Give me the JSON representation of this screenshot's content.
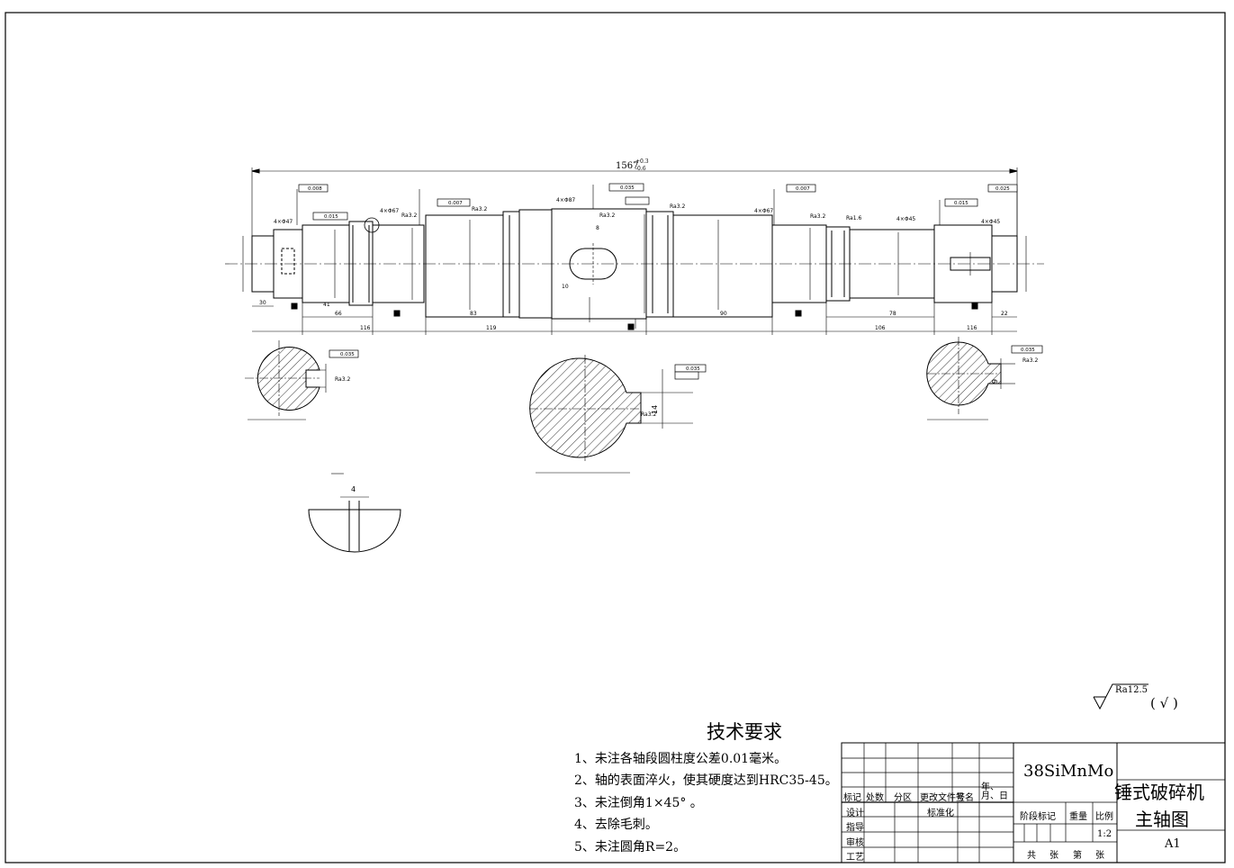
{
  "dimensions": {
    "overall": "1567",
    "overall_tol_upper": "+0.3",
    "overall_tol_lower": "-0.6",
    "seg_1": "66",
    "seg_2": "41",
    "seg_3": "116",
    "seg_4": "119",
    "seg_5": "83",
    "seg_6": "90",
    "seg_7": "78",
    "seg_8": "106",
    "seg_9": "116",
    "seg_10": "22",
    "seg_11": "10",
    "seg_12": "8",
    "seg_13": "30",
    "keyway_4": "4",
    "keyway_14": "14",
    "keyway_9": "9",
    "chamfer_1": "4×Φ47",
    "chamfer_2": "4×Φ67",
    "chamfer_3": "4×Φ87",
    "chamfer_4": "4×Φ67",
    "chamfer_5": "4×Φ45",
    "chamfer_6": "4×Φ45"
  },
  "tolerances": {
    "t1": "0.008",
    "t2": "0.015",
    "t3": "0.007",
    "t4": "0.035",
    "t5": "0.007",
    "t6": "0.015",
    "t7": "0.025",
    "t8": "0.035",
    "t9": "0.035",
    "t10": "0.035"
  },
  "surface_marks": {
    "ra32": "Ra3.2",
    "ra16": "Ra1.6",
    "ra125": "Ra12.5",
    "check": "( √ )"
  },
  "tech_requirements": {
    "title": "技术要求",
    "items": [
      "1、未注各轴段圆柱度公差0.01毫米。",
      "2、轴的表面淬火，使其硬度达到HRC35-45。",
      "3、未注倒角1×45°  。",
      "4、去除毛刺。",
      "5、未注圆角R=2。"
    ]
  },
  "title_block": {
    "material": "38SiMnMo",
    "name_line1": "锤式破碎机",
    "name_line2": "主轴图",
    "sheet_size": "A1",
    "scale": "1:2",
    "labels": {
      "mark": "标记",
      "count": "处数",
      "zone": "分区",
      "change_doc": "更改文件号",
      "signature": "签名",
      "date": "年、月、日",
      "design": "设计",
      "guide": "指导",
      "review": "审核",
      "process": "工艺",
      "standardize": "标准化",
      "stage_mark": "阶段标记",
      "weight": "重量",
      "ratio": "比例",
      "total": "共",
      "sheets": "张",
      "page": "第",
      "sheet_end": "张"
    }
  }
}
